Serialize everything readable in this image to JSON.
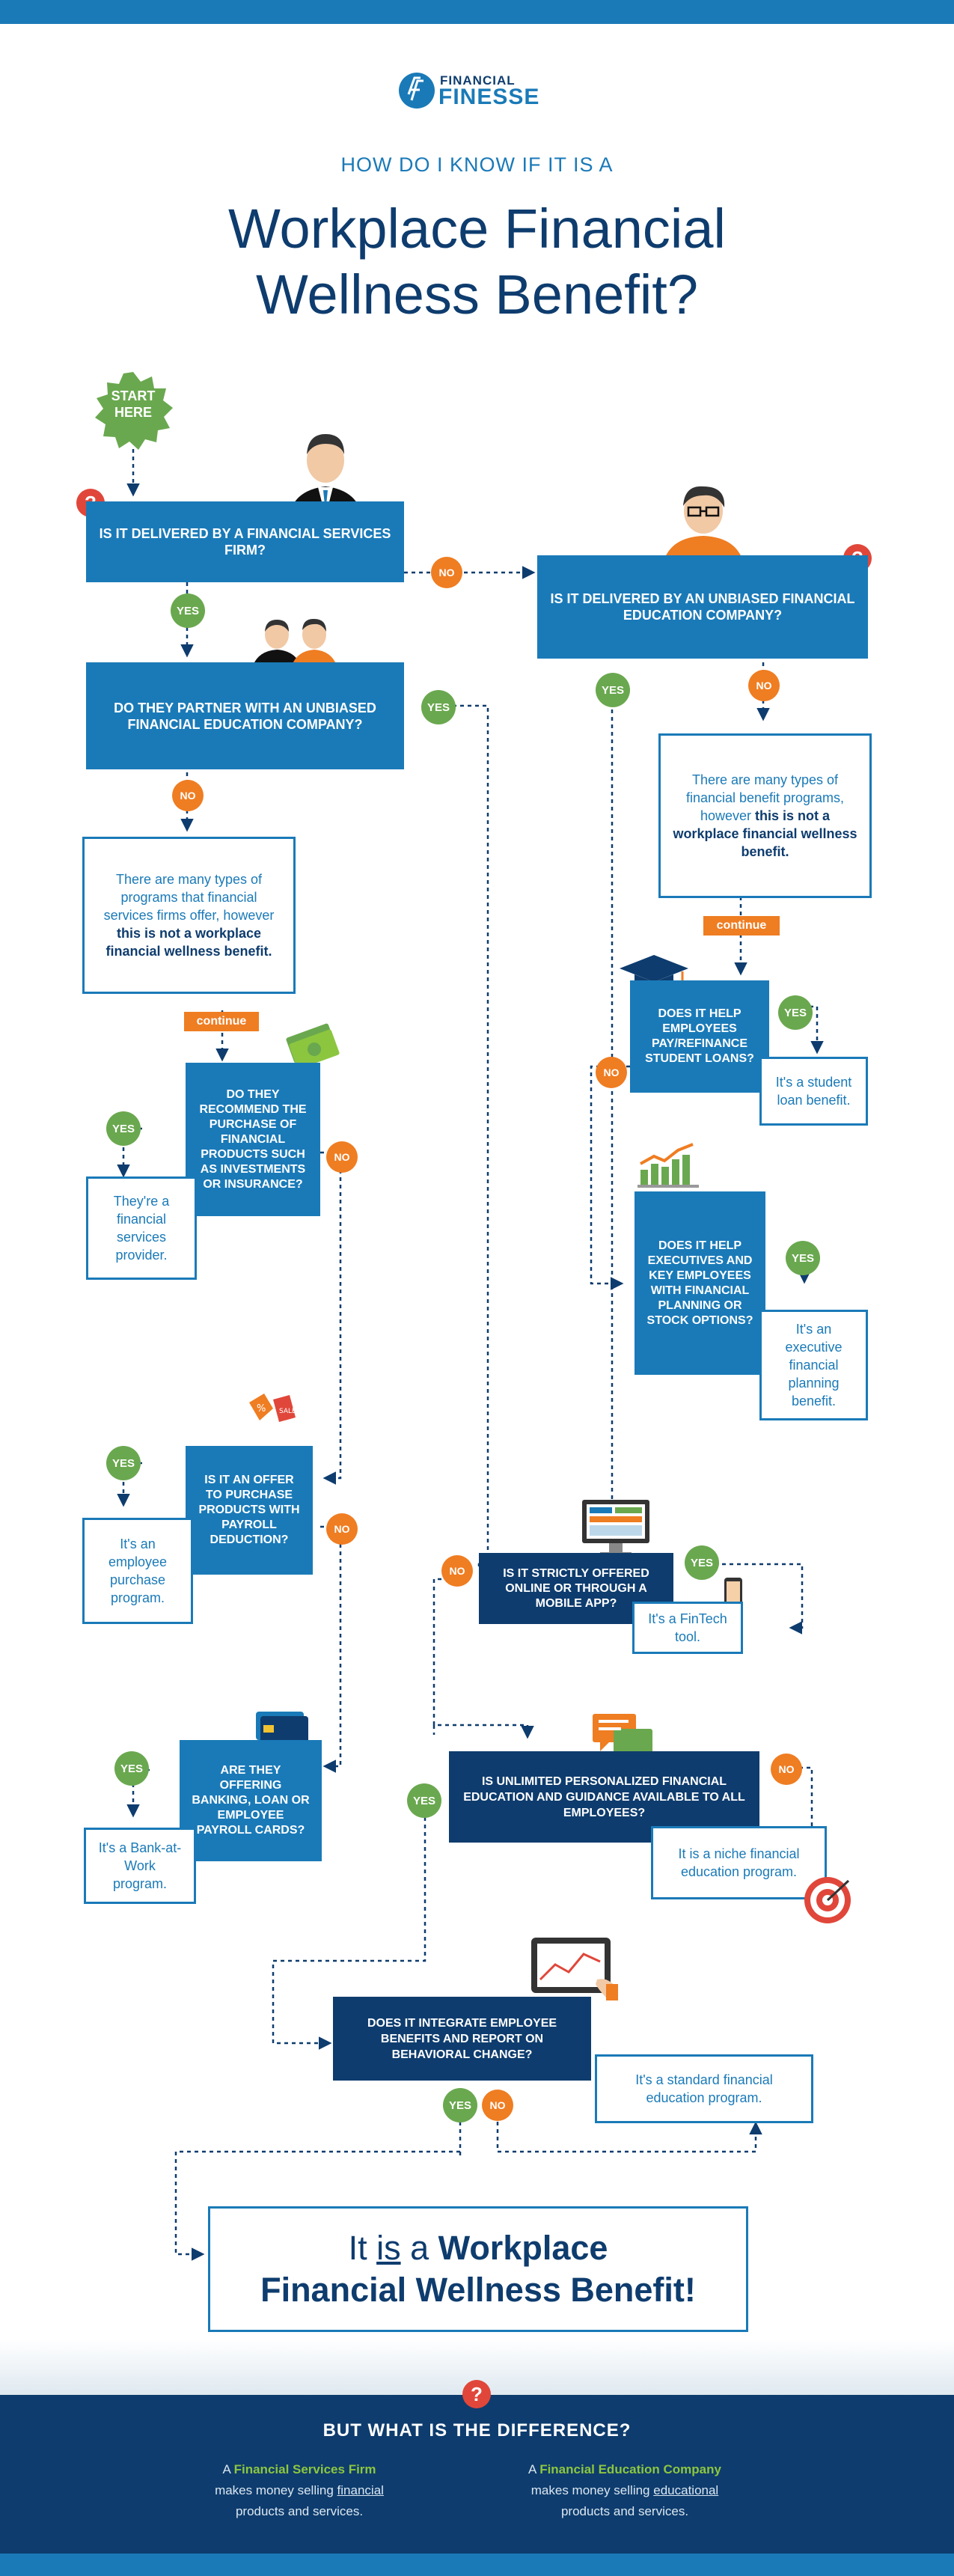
{
  "header": {
    "logo_line1": "FINANCIAL",
    "logo_line2": "FINESSE",
    "kicker": "HOW DO I KNOW IF IT IS A",
    "title_line1": "Workplace Financial",
    "title_line2": "Wellness Benefit?"
  },
  "badges": {
    "start": "START HERE",
    "yes": "YES",
    "no": "NO",
    "continue": "continue",
    "question": "?"
  },
  "questions": {
    "q1": "IS IT DELIVERED BY A FINANCIAL SERVICES FIRM?",
    "q2": "IS IT DELIVERED BY AN UNBIASED FINANCIAL EDUCATION COMPANY?",
    "q3": "DO THEY PARTNER WITH AN UNBIASED FINANCIAL EDUCATION COMPANY?",
    "q4": "DO THEY RECOMMEND THE PURCHASE OF FINANCIAL PRODUCTS SUCH AS INVESTMENTS OR INSURANCE?",
    "q5": "DOES IT HELP EMPLOYEES PAY/REFINANCE STUDENT LOANS?",
    "q6": "DOES IT HELP EXECUTIVES AND KEY EMPLOYEES WITH FINANCIAL PLANNING OR STOCK OPTIONS?",
    "q7": "IS IT AN OFFER TO PURCHASE PRODUCTS WITH PAYROLL DEDUCTION?",
    "q8": "IS IT STRICTLY OFFERED ONLINE OR THROUGH A MOBILE APP?",
    "q9": "ARE THEY OFFERING BANKING, LOAN OR EMPLOYEE PAYROLL CARDS?",
    "q10": "IS UNLIMITED PERSONALIZED FINANCIAL EDUCATION AND GUIDANCE AVAILABLE TO ALL EMPLOYEES?",
    "q11": "DOES IT INTEGRATE EMPLOYEE BENEFITS AND REPORT ON BEHAVIORAL CHANGE?"
  },
  "answers": {
    "a_left_pre": "There are many types of programs that financial services firms offer, however",
    "a_left_bold": "this is not a workplace financial wellness benefit.",
    "a_right_pre": "There are many types of financial benefit programs, however",
    "a_right_bold": "this is not a workplace financial wellness benefit.",
    "student": "It's a student loan benefit.",
    "provider": "They're a financial services provider.",
    "executive": "It's an executive financial planning benefit.",
    "purchase": "It's an employee purchase program.",
    "fintech": "It's a FinTech tool.",
    "bank": "It's a Bank-at-Work program.",
    "niche": "It is a niche financial education program.",
    "standard": "It's a standard financial education program."
  },
  "final": {
    "prefix": "It",
    "is": "is",
    "rest1": "a",
    "bold1": "Workplace",
    "line2": "Financial Wellness Benefit!"
  },
  "footer": {
    "title": "BUT WHAT IS THE DIFFERENCE?",
    "left_a": "A",
    "left_hl": "Financial Services Firm",
    "left_b": "makes money selling",
    "left_u": "financial",
    "left_c": "products and services.",
    "right_a": "A",
    "right_hl": "Financial Education Company",
    "right_b": "makes money selling",
    "right_u": "educational",
    "right_c": "products and services."
  },
  "colors": {
    "primary_blue": "#1a7ab8",
    "dark_navy": "#0e3c6e",
    "yes_green": "#6aa84f",
    "no_orange": "#ef7d22",
    "question_red": "#e0473a"
  }
}
